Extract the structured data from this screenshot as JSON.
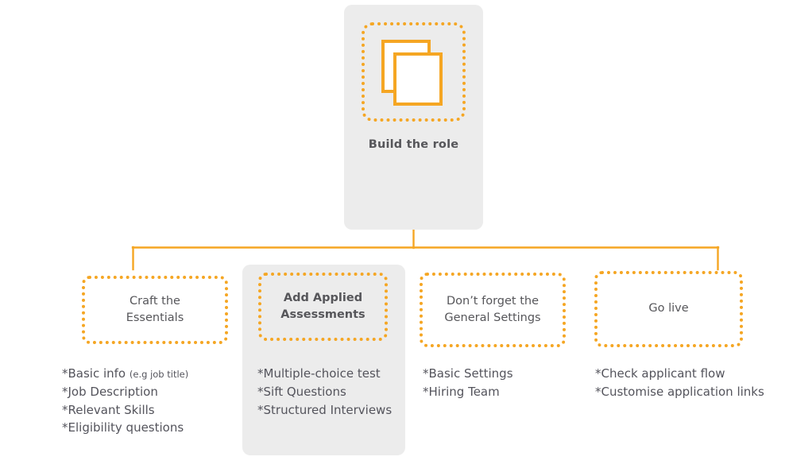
{
  "diagram": {
    "root": {
      "title": "Build the role",
      "icon": "stacked-documents-icon"
    },
    "accent_color": "#f5a623",
    "text_color": "#54545c",
    "panel_color": "#ececec",
    "steps": [
      {
        "id": "craft-the-essentials",
        "label_line1": "Craft the",
        "label_line2": "Essentials",
        "bold": false,
        "highlighted": false,
        "bullets": [
          {
            "text": "Basic info",
            "note": "(e.g job title)"
          },
          {
            "text": "Job Description",
            "note": ""
          },
          {
            "text": "Relevant Skills",
            "note": ""
          },
          {
            "text": "Eligibility questions",
            "note": ""
          }
        ]
      },
      {
        "id": "add-applied-assessments",
        "label_line1": "Add Applied",
        "label_line2": "Assessments",
        "bold": true,
        "highlighted": true,
        "bullets": [
          {
            "text": "Multiple-choice test",
            "note": ""
          },
          {
            "text": "Sift Questions",
            "note": ""
          },
          {
            "text": "Structured Interviews",
            "note": ""
          }
        ]
      },
      {
        "id": "general-settings",
        "label_line1": "Don’t forget the",
        "label_line2": "General Settings",
        "bold": false,
        "highlighted": false,
        "bullets": [
          {
            "text": "Basic Settings",
            "note": ""
          },
          {
            "text": "Hiring Team",
            "note": ""
          }
        ]
      },
      {
        "id": "go-live",
        "label_line1": "Go live",
        "label_line2": "",
        "bold": false,
        "highlighted": false,
        "bullets": [
          {
            "text": "Check applicant flow",
            "note": ""
          },
          {
            "text": "Customise application links",
            "note": ""
          }
        ]
      }
    ],
    "bullet_marker": "*"
  }
}
